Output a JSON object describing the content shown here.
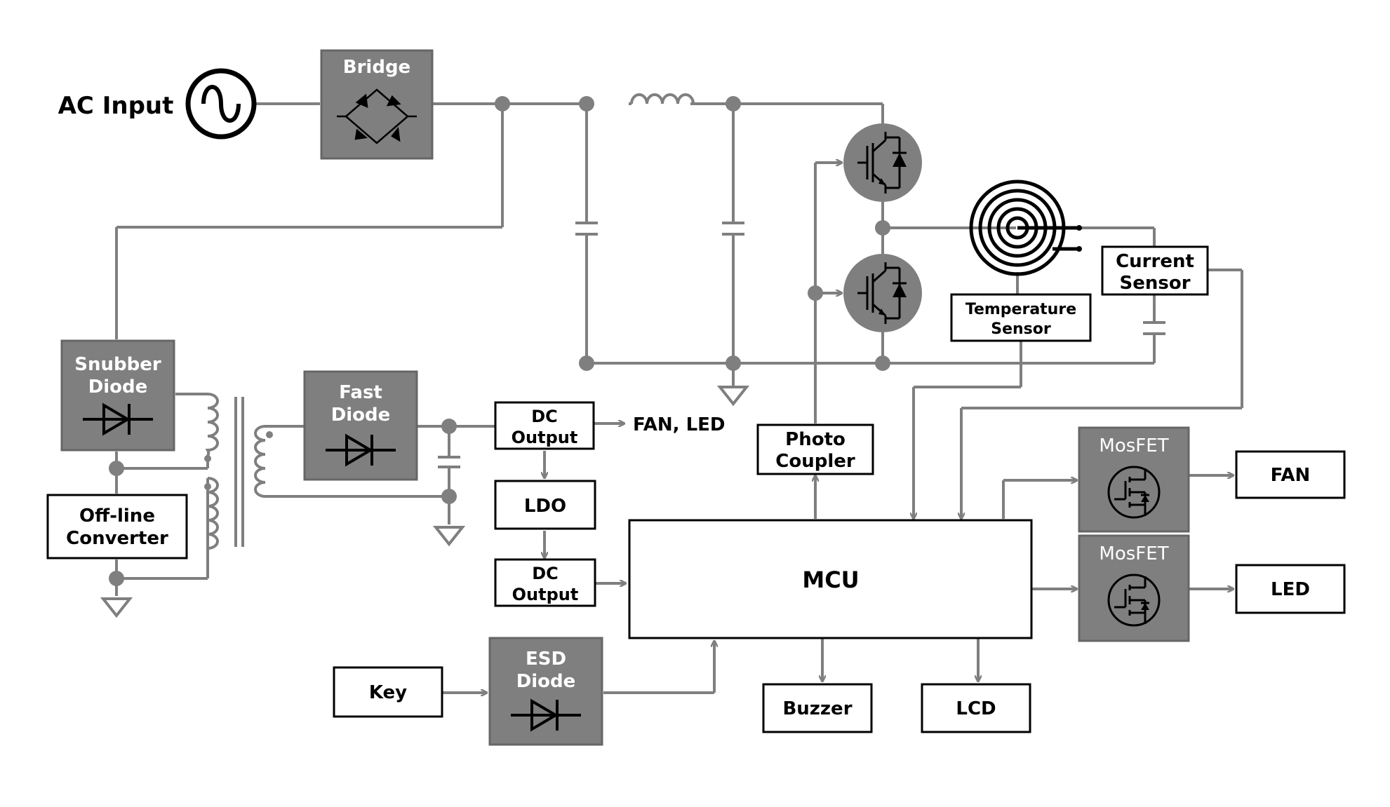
{
  "labels": {
    "ac_input": "AC Input",
    "bridge": "Bridge",
    "snubber_1": "Snubber",
    "snubber_2": "Diode",
    "offline_1": "Off-line",
    "offline_2": "Converter",
    "fast_1": "Fast",
    "fast_2": "Diode",
    "dc1_1": "DC",
    "dc1_2": "Output",
    "fan_led": "FAN, LED",
    "ldo": "LDO",
    "dc2_1": "DC",
    "dc2_2": "Output",
    "photo_1": "Photo",
    "photo_2": "Coupler",
    "temp_1": "Temperature",
    "temp_2": "Sensor",
    "current_1": "Current",
    "current_2": "Sensor",
    "mcu": "MCU",
    "mosfet_1": "MosFET",
    "mosfet_2": "MosFET",
    "fan": "FAN",
    "led": "LED",
    "key": "Key",
    "esd_1": "ESD",
    "esd_2": "Diode",
    "buzzer": "Buzzer",
    "lcd": "LCD"
  },
  "colors": {
    "wire": "#7f7f7f",
    "block_fill": "#7f7f7f",
    "block_stroke": "#666666",
    "block_text": "#ffffff",
    "box_stroke": "#000000",
    "text": "#000000"
  }
}
